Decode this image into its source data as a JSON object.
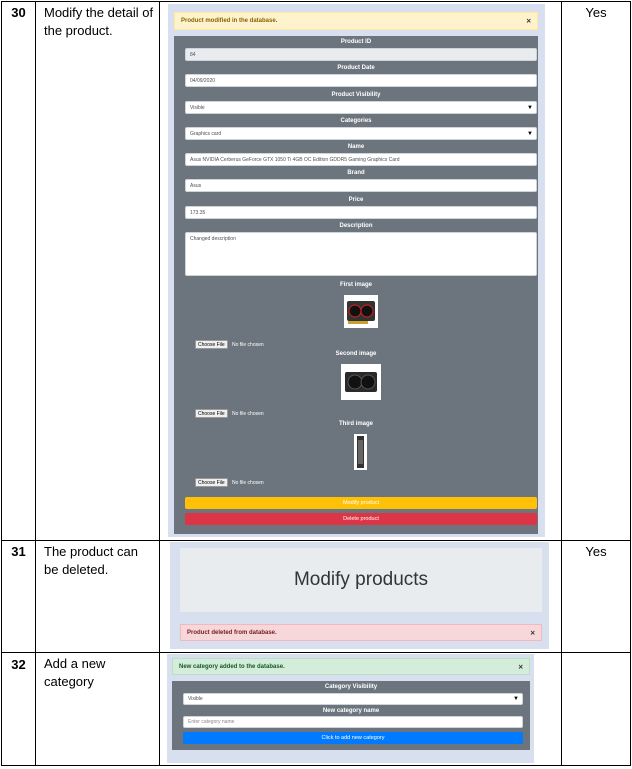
{
  "rows": [
    {
      "num": "30",
      "desc": "Modify the detail of the product.",
      "result": "Yes"
    },
    {
      "num": "31",
      "desc": "The product can be deleted.",
      "result": "Yes"
    },
    {
      "num": "32",
      "desc": "Add a new category",
      "result": ""
    }
  ],
  "s1": {
    "alert": "Product modified in the database.",
    "close": "×",
    "id_label": "Product ID",
    "id_value": "84",
    "date_label": "Product Date",
    "date_value": "04/09/2020",
    "vis_label": "Product Visibility",
    "vis_value": "Visible",
    "cat_label": "Categories",
    "cat_value": "Graphics card",
    "name_label": "Name",
    "name_value": "Asus NVIDIA Cerberus GeForce GTX 1050 Ti 4GB OC Edition GDDR5 Gaming Graphics Card",
    "brand_label": "Brand",
    "brand_value": "Asus",
    "price_label": "Price",
    "price_value": "173.35",
    "desc_label": "Description",
    "desc_value": "Changed description",
    "img1_label": "First image",
    "img2_label": "Second image",
    "img3_label": "Third image",
    "choose_file": "Choose File",
    "no_file": "No file chosen",
    "modify_btn": "Modify product",
    "delete_btn": "Delete product",
    "colors": {
      "warning": "#ffc107",
      "danger": "#dc3545",
      "panel": "#6c757d"
    }
  },
  "s2": {
    "heading": "Modify products",
    "alert": "Product deleted from database.",
    "close": "×"
  },
  "s3": {
    "alert": "New category added to the database.",
    "close": "×",
    "vis_label": "Category Visibility",
    "vis_value": "Visible",
    "name_label": "New category name",
    "name_placeholder": "Enter category name",
    "add_btn": "Click to add new category",
    "colors": {
      "primary": "#007bff"
    }
  },
  "icons": {
    "select": "caret-down-icon",
    "close": "close-icon",
    "gpu": "graphics-card-image"
  }
}
